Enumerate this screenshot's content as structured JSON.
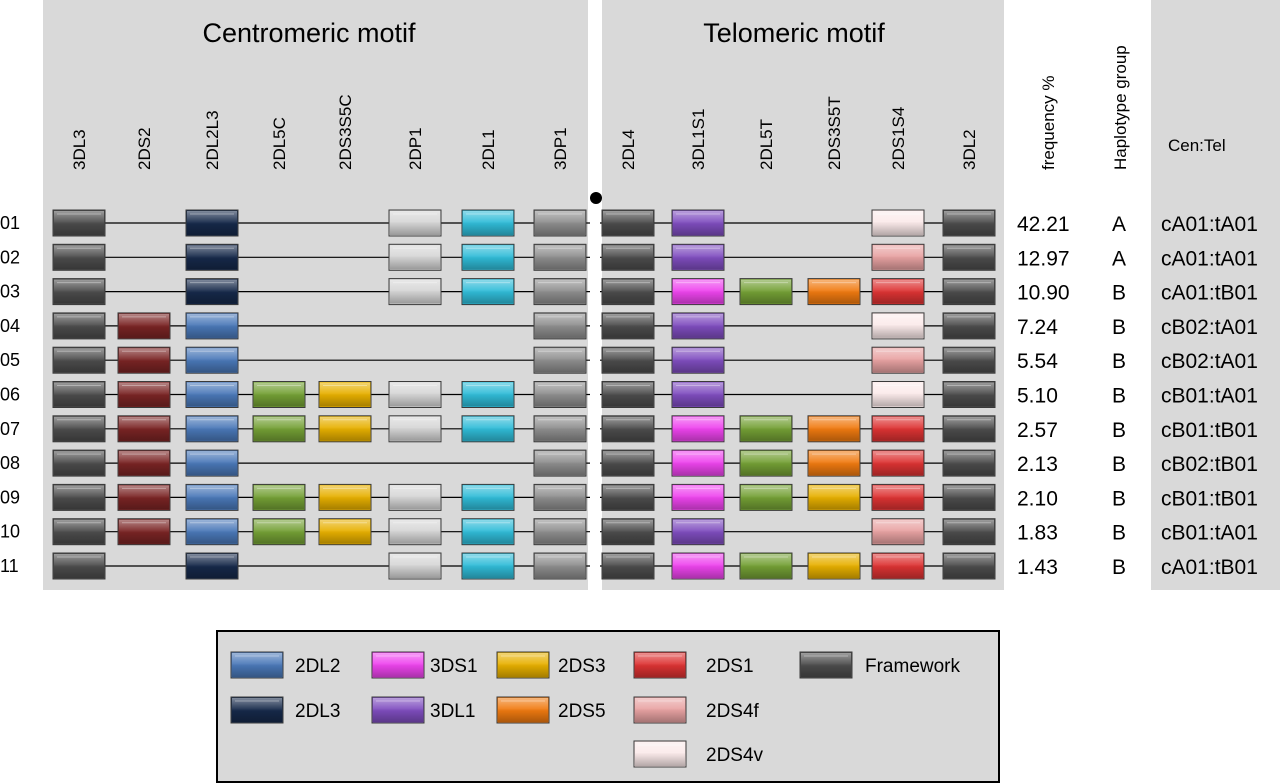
{
  "motifs": {
    "centromeric": "Centromeric motif",
    "telomeric": "Telomeric motif"
  },
  "genes": [
    "3DL3",
    "2DS2",
    "2DL2L3",
    "2DL5C",
    "2DS3S5C",
    "2DP1",
    "2DL1",
    "3DP1",
    "2DL4",
    "3DL1S1",
    "2DL5T",
    "2DS3S5T",
    "2DS1S4",
    "3DL2"
  ],
  "headers": {
    "frequency": "frequency %",
    "haplotype_group": "Haplotype group",
    "cen_tel": "Cen:Tel"
  },
  "colors": {
    "2DL2": "#4a78b8",
    "2DL3": "#16294a",
    "3DS1": "#ee44ee",
    "3DL1": "#7f4dbf",
    "2DS3": "#e7b000",
    "2DS5": "#f07a10",
    "2DS1": "#dd3333",
    "2DS4f": "#e8a2a2",
    "2DS4v": "#fbeaea",
    "Framework": "#4c4c4c",
    "2DS2": "#7a2424",
    "2DL5": "#74a035",
    "2DP1": "#d6d6d6",
    "2DL1": "#30bcd8",
    "3DP1": "#8e8e8e",
    "panel": "#d9d9d9"
  },
  "rows": [
    {
      "id": "01",
      "genes": [
        "Framework",
        null,
        "2DL3",
        null,
        null,
        "2DP1",
        "2DL1",
        "3DP1",
        "Framework",
        "3DL1",
        null,
        null,
        "2DS4v",
        "Framework"
      ],
      "frequency": "42.21",
      "group": "A",
      "cen_tel": "cA01:tA01"
    },
    {
      "id": "02",
      "genes": [
        "Framework",
        null,
        "2DL3",
        null,
        null,
        "2DP1",
        "2DL1",
        "3DP1",
        "Framework",
        "3DL1",
        null,
        null,
        "2DS4f",
        "Framework"
      ],
      "frequency": "12.97",
      "group": "A",
      "cen_tel": "cA01:tA01"
    },
    {
      "id": "03",
      "genes": [
        "Framework",
        null,
        "2DL3",
        null,
        null,
        "2DP1",
        "2DL1",
        "3DP1",
        "Framework",
        "3DS1",
        "2DL5",
        "2DS5",
        "2DS1",
        "Framework"
      ],
      "frequency": "10.90",
      "group": "B",
      "cen_tel": "cA01:tB01"
    },
    {
      "id": "04",
      "genes": [
        "Framework",
        "2DS2",
        "2DL2",
        null,
        null,
        null,
        null,
        "3DP1",
        "Framework",
        "3DL1",
        null,
        null,
        "2DS4v",
        "Framework"
      ],
      "frequency": "7.24",
      "group": "B",
      "cen_tel": "cB02:tA01"
    },
    {
      "id": "05",
      "genes": [
        "Framework",
        "2DS2",
        "2DL2",
        null,
        null,
        null,
        null,
        "3DP1",
        "Framework",
        "3DL1",
        null,
        null,
        "2DS4f",
        "Framework"
      ],
      "frequency": "5.54",
      "group": "B",
      "cen_tel": "cB02:tA01"
    },
    {
      "id": "06",
      "genes": [
        "Framework",
        "2DS2",
        "2DL2",
        "2DL5",
        "2DS3",
        "2DP1",
        "2DL1",
        "3DP1",
        "Framework",
        "3DL1",
        null,
        null,
        "2DS4v",
        "Framework"
      ],
      "frequency": "5.10",
      "group": "B",
      "cen_tel": "cB01:tA01"
    },
    {
      "id": "07",
      "genes": [
        "Framework",
        "2DS2",
        "2DL2",
        "2DL5",
        "2DS3",
        "2DP1",
        "2DL1",
        "3DP1",
        "Framework",
        "3DS1",
        "2DL5",
        "2DS5",
        "2DS1",
        "Framework"
      ],
      "frequency": "2.57",
      "group": "B",
      "cen_tel": "cB01:tB01"
    },
    {
      "id": "08",
      "genes": [
        "Framework",
        "2DS2",
        "2DL2",
        null,
        null,
        null,
        null,
        "3DP1",
        "Framework",
        "3DS1",
        "2DL5",
        "2DS5",
        "2DS1",
        "Framework"
      ],
      "frequency": "2.13",
      "group": "B",
      "cen_tel": "cB02:tB01"
    },
    {
      "id": "09",
      "genes": [
        "Framework",
        "2DS2",
        "2DL2",
        "2DL5",
        "2DS3",
        "2DP1",
        "2DL1",
        "3DP1",
        "Framework",
        "3DS1",
        "2DL5",
        "2DS3",
        "2DS1",
        "Framework"
      ],
      "frequency": "2.10",
      "group": "B",
      "cen_tel": "cB01:tB01"
    },
    {
      "id": "10",
      "genes": [
        "Framework",
        "2DS2",
        "2DL2",
        "2DL5",
        "2DS3",
        "2DP1",
        "2DL1",
        "3DP1",
        "Framework",
        "3DL1",
        null,
        null,
        "2DS4f",
        "Framework"
      ],
      "frequency": "1.83",
      "group": "B",
      "cen_tel": "cB01:tA01"
    },
    {
      "id": "11",
      "genes": [
        "Framework",
        null,
        "2DL3",
        null,
        null,
        "2DP1",
        "2DL1",
        "3DP1",
        "Framework",
        "3DS1",
        "2DL5",
        "2DS3",
        "2DS1",
        "Framework"
      ],
      "frequency": "1.43",
      "group": "B",
      "cen_tel": "cA01:tB01"
    }
  ],
  "legend": [
    {
      "key": "2DL2",
      "label": "2DL2"
    },
    {
      "key": "3DS1",
      "label": "3DS1"
    },
    {
      "key": "2DS3",
      "label": "2DS3"
    },
    {
      "key": "2DS1",
      "label": "2DS1"
    },
    {
      "key": "Framework",
      "label": "Framework"
    },
    {
      "key": "2DL3",
      "label": "2DL3"
    },
    {
      "key": "3DL1",
      "label": "3DL1"
    },
    {
      "key": "2DS5",
      "label": "2DS5"
    },
    {
      "key": "2DS4f",
      "label": "2DS4f"
    },
    {
      "key": "2DS4v",
      "label": "2DS4v"
    }
  ]
}
